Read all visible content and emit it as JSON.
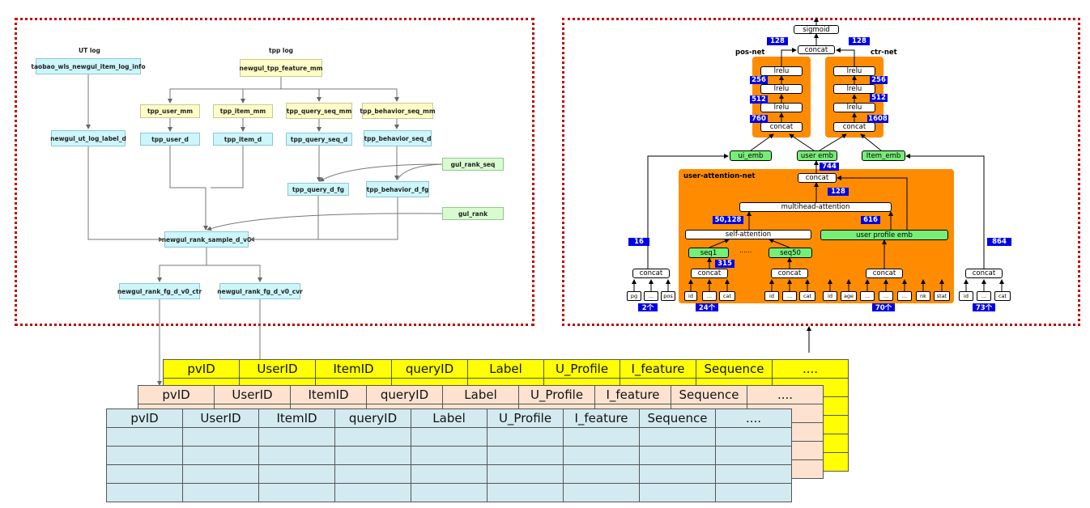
{
  "left_panel": {
    "section_labels": {
      "ut_log": "UT log",
      "tpp_log": "tpp log"
    },
    "nodes": {
      "taobao_info": "taobao_wls_newgul_item_log_info",
      "tpp_feature": "newgul_tpp_feature_mm",
      "tpp_user_mm": "tpp_user_mm",
      "tpp_item_mm": "tpp_item_mm",
      "tpp_query_seq_mm": "tpp_query_seq_mm",
      "tpp_behavior_seq_mm": "tpp_behavior_seq_mm",
      "ut_log_label": "newgul_ut_log_label_d",
      "tpp_user_d": "tpp_user_d",
      "tpp_item_d": "tpp_item_d",
      "tpp_query_seq_d": "tpp_query_seq_d",
      "tpp_behavior_seq_d": "tpp_behavior_seq_d",
      "gul_rank_seq": "gul_rank_seq",
      "tpp_query_d_fg": "tpp_query_d_fg",
      "tpp_behavior_d_fg": "tpp_behavior_d_fg",
      "gul_rank": "gul_rank",
      "rank_sample": "newgul_rank_sample_d_v0",
      "fg_ctr": "newgul_rank_fg_d_v0_ctr",
      "fg_cvr": "newgul_rank_fg_d_v0_cvr"
    }
  },
  "right_panel": {
    "sigmoid": "sigmoid",
    "concat": "concat",
    "lrelu": "lrelu",
    "pos_net": "pos-net",
    "ctr_net": "ctr-net",
    "user_attention_net": "user-attention-net",
    "ui_emb": "ui_emb",
    "user_emb": "user emb",
    "item_emb": "Item_emb",
    "multihead_attention": "multihead-attention",
    "self_attention": "self-attention",
    "user_profile_emb": "user profile emb",
    "seq1": "seq1",
    "seq50": "seq50",
    "dots": "......",
    "small_inputs": {
      "pg": "pg",
      "ellipsis": "...",
      "pos": "pos",
      "id": "id",
      "cat": "cat",
      "age": "age",
      "nk": "nk",
      "stat": "stat"
    },
    "dims": {
      "d128a": "128",
      "d128b": "128",
      "d256a": "256",
      "d256b": "256",
      "d512a": "512",
      "d512b": "512",
      "d760": "760",
      "d1608": "1608",
      "d744": "744",
      "d128c": "128",
      "d50128": "50,128",
      "d616": "616",
      "d16": "16",
      "d864": "864",
      "d315": "315",
      "n2": "2个",
      "n24": "24个",
      "n70": "70个",
      "n73": "73个"
    }
  },
  "tables": {
    "headers": [
      "pvID",
      "UserID",
      "ItemID",
      "queryID",
      "Label",
      "U_Profile",
      "I_feature",
      "Sequence",
      "...."
    ]
  }
}
